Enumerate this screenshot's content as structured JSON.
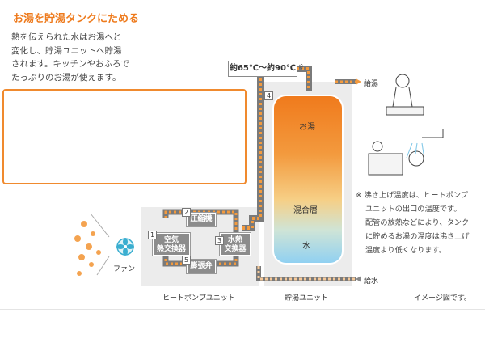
{
  "callout": {
    "title": "お湯を貯湯タンクにためる",
    "lines": [
      "熱を伝えられた水はお湯へと",
      "変化し、貯湯ユニットへ貯湯",
      "されます。キッチンやおふろで",
      "たっぷりのお湯が使えます。"
    ]
  },
  "temperature_label": "約65℃～約90℃",
  "temperature_mark": "※",
  "outputs": {
    "hot_water": "給湯",
    "water_supply": "給水"
  },
  "tank": {
    "hot": "お湯",
    "mixed": "混合層",
    "water": "水"
  },
  "heat_pump": {
    "components": [
      {
        "number": "1",
        "name_line1": "空気",
        "name_line2": "熱交換器"
      },
      {
        "number": "2",
        "name_line1": "圧縮機",
        "name_line2": ""
      },
      {
        "number": "3",
        "name_line1": "水熱",
        "name_line2": "交換器"
      },
      {
        "number": "5",
        "name_line1": "膨張弁",
        "name_line2": ""
      }
    ],
    "pipe_number": "4",
    "fan_label": "ファン"
  },
  "unit_labels": {
    "heat_pump": "ヒートポンプユニット",
    "storage": "貯湯ユニット"
  },
  "footnote": [
    "※ 沸き上げ温度は、ヒートポンプ",
    "ユニットの出口の温度です。",
    "配管の放熱などにより、タンク",
    "に貯めるお湯の温度は沸き上げ",
    "温度より低くなります。"
  ],
  "image_caption": "イメージ図です。",
  "colors": {
    "accent": "#ee7a1c",
    "hot_top": "#f07a1c",
    "mid": "#f6c06a",
    "cold": "#8fd0f2",
    "component": "#8c8c8c"
  }
}
